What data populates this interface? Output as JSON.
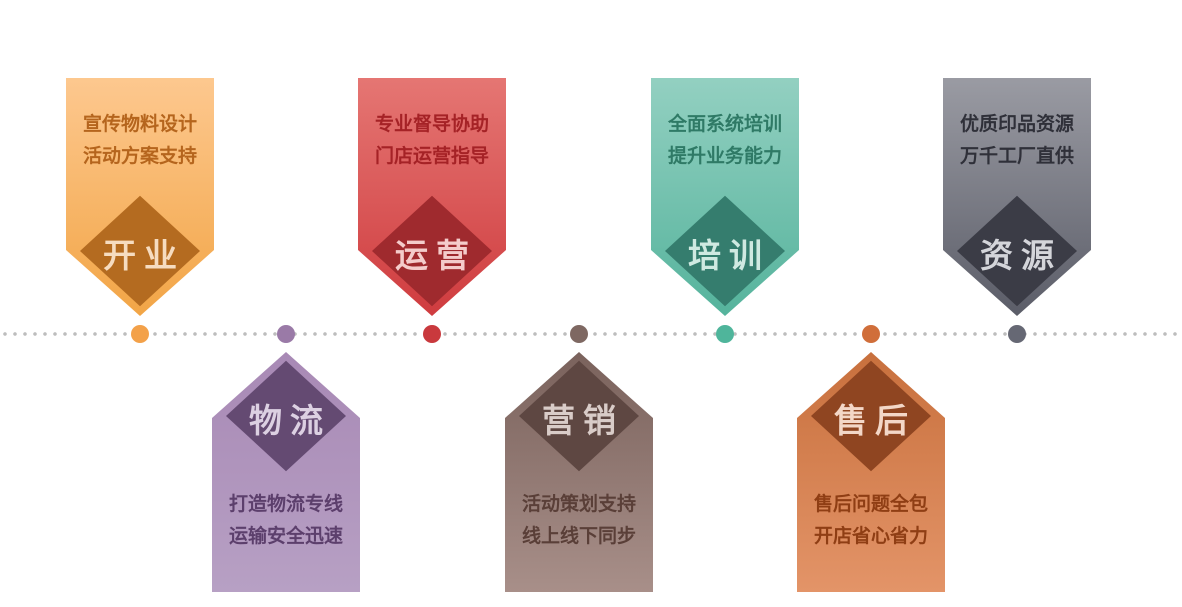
{
  "stages": [
    {
      "label": "开业",
      "lines": [
        "宣传物料设计",
        "活动方案支持"
      ],
      "position": "top",
      "colors": {
        "light": "#fdc88f",
        "dark": "#f2a546",
        "diamond": "#b46b20",
        "text": "#b5651d",
        "label": "#f6dcc0",
        "dot": "#f3a149"
      }
    },
    {
      "label": "物流",
      "lines": [
        "打造物流专线",
        "运输安全迅速"
      ],
      "position": "bottom",
      "colors": {
        "light": "#a889b5",
        "dark": "#b7a0c4",
        "diamond": "#644a72",
        "text": "#5c3f6c",
        "label": "#dcd0e2",
        "dot": "#9a7aa7"
      }
    },
    {
      "label": "运营",
      "lines": [
        "专业督导协助",
        "门店运营指导"
      ],
      "position": "top",
      "colors": {
        "light": "#e57673",
        "dark": "#cf3c3f",
        "diamond": "#9f2a2e",
        "text": "#a52226",
        "label": "#f4cccb",
        "dot": "#c9393d"
      }
    },
    {
      "label": "营销",
      "lines": [
        "活动策划支持",
        "线上线下同步"
      ],
      "position": "bottom",
      "colors": {
        "light": "#7a625c",
        "dark": "#a88f89",
        "diamond": "#5e4742",
        "text": "#5a3f38",
        "label": "#d9ccc8",
        "dot": "#7e6862"
      }
    },
    {
      "label": "培训",
      "lines": [
        "全面系统培训",
        "提升业务能力"
      ],
      "position": "top",
      "colors": {
        "light": "#93d0c1",
        "dark": "#55b39c",
        "diamond": "#357d6e",
        "text": "#2f7a66",
        "label": "#cfe9e1",
        "dot": "#4fb59b"
      }
    },
    {
      "label": "售后",
      "lines": [
        "售后问题全包",
        "开店省心省力"
      ],
      "position": "bottom",
      "colors": {
        "light": "#c8703d",
        "dark": "#e39468",
        "diamond": "#8f4521",
        "text": "#8f3e14",
        "label": "#f3d7c7",
        "dot": "#d06e3a"
      }
    },
    {
      "label": "资源",
      "lines": [
        "优质印品资源",
        "万千工厂直供"
      ],
      "position": "top",
      "colors": {
        "light": "#9a9ba3",
        "dark": "#5b5d68",
        "diamond": "#3b3c46",
        "text": "#2f3039",
        "label": "#d4d5da",
        "dot": "#666874"
      }
    }
  ]
}
